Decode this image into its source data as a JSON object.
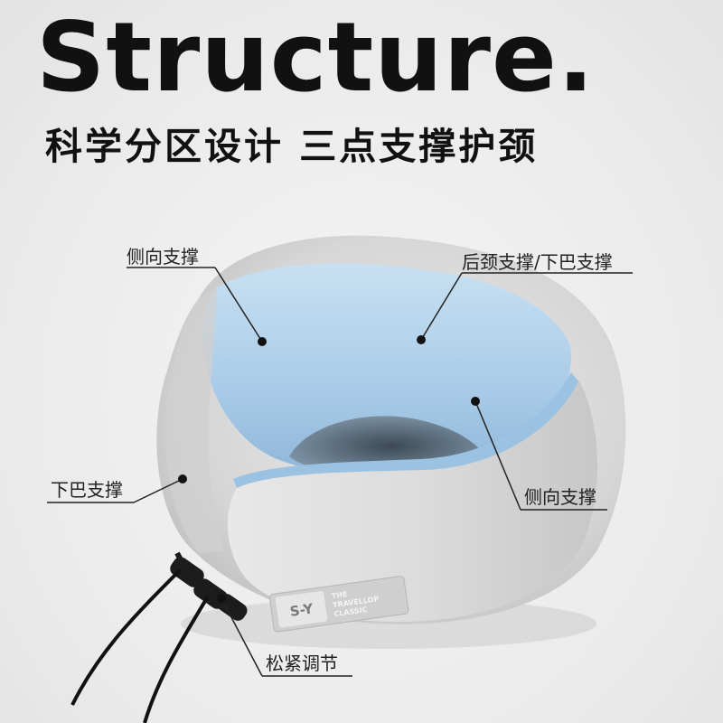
{
  "header": {
    "title": "Structure.",
    "subtitle": "科学分区设计 三点支撑护颈"
  },
  "callouts": {
    "side_support_left": "侧向支撑",
    "back_neck_chin_support": "后颈支撑/下巴支撑",
    "chin_support": "下巴支撑",
    "side_support_right": "侧向支撑",
    "tightness_adjust": "松紧调节"
  },
  "tag": {
    "brand": "S-Y",
    "line1": "THE",
    "line2": "TRAVELLOP",
    "line3": "CLASSIC"
  },
  "colors": {
    "shell_gray": "#d9d9d9",
    "inner_blue": "#b4d4ec",
    "text": "#111111"
  }
}
